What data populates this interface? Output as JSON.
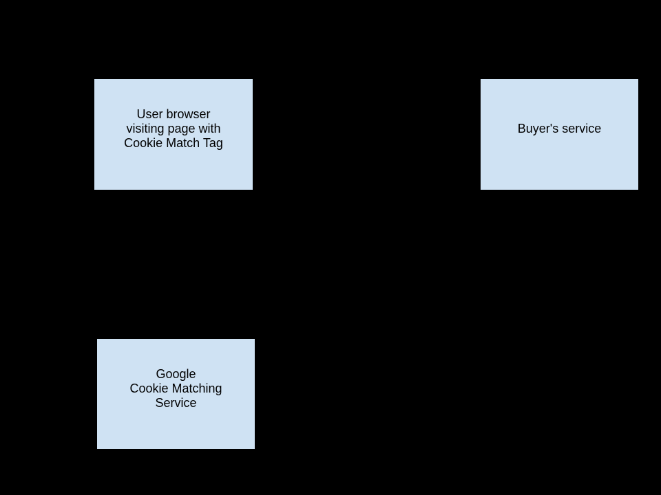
{
  "theme": {
    "background": "#000000",
    "node-fill": "#cfe2f3",
    "node-border": "#000000",
    "node-text": "#000000"
  },
  "diagram": {
    "title": "",
    "nodes": [
      {
        "id": "user-browser",
        "label": "User browser\nvisiting page with\nCookie Match Tag"
      },
      {
        "id": "buyers-service",
        "label": "Buyer's service"
      },
      {
        "id": "google-cookie-matching-service",
        "label": "Google\nCookie Matching\nService"
      }
    ]
  }
}
